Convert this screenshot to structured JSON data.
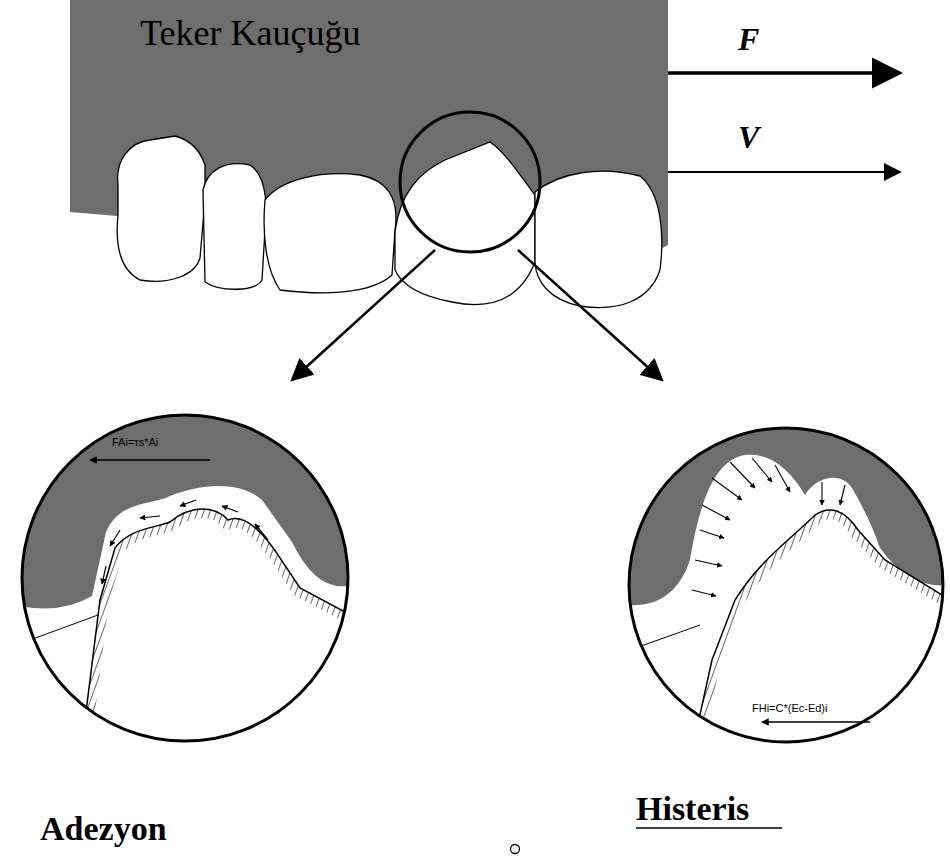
{
  "diagram": {
    "labels": [
      "Teker Kauçuğu",
      "F",
      "V",
      "FAi=τs*Ai",
      "FHi=C*(Ec-Ed)i",
      "Adezyon",
      "Histeris"
    ]
  }
}
